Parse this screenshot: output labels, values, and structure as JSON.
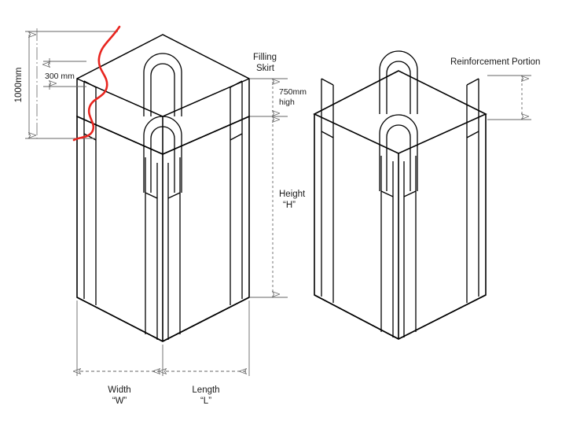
{
  "diagram": {
    "title": "FIBC Bulk Bag Dimension Diagram",
    "background": "#ffffff",
    "line_color": "#000000",
    "dim_color": "#666666",
    "accent_color": "#e8251f"
  },
  "left_bag": {
    "name": "bag-with-filling-skirt",
    "annotations": {
      "overall_height": "1000mm",
      "top_offset": "300 mm",
      "skirt_label_line1": "Filling",
      "skirt_label_line2": "Skirt",
      "skirt_height_line1": "750mm",
      "skirt_height_line2": "high",
      "body_height_line1": "Height",
      "body_height_line2": "“H”",
      "width_line1": "Width",
      "width_line2": "“W”",
      "length_line1": "Length",
      "length_line2": "“L”"
    }
  },
  "right_bag": {
    "name": "bag-with-reinforcement",
    "annotations": {
      "reinforcement_label": "Reinforcement Portion"
    }
  },
  "icons": {
    "arrow_up": "arrow-up-icon",
    "arrow_down": "arrow-down-icon",
    "arrow_left": "arrow-left-icon",
    "arrow_right": "arrow-right-icon",
    "wavy_break": "wavy-break-line-icon"
  }
}
